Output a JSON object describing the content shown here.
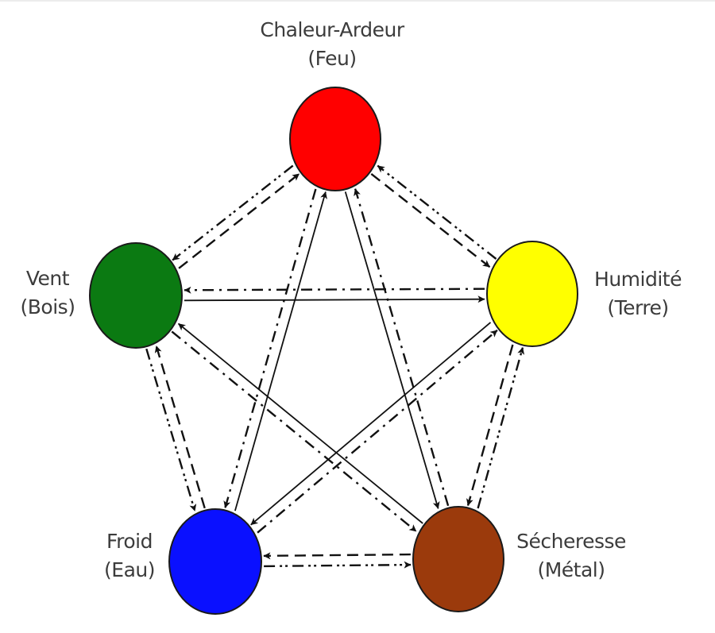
{
  "diagram": {
    "type": "five-elements-cycle",
    "nodes": [
      {
        "id": "feu",
        "name": "Chaleur-Ardeur",
        "element": "(Feu)",
        "color": "#ff0000"
      },
      {
        "id": "terre",
        "name": "Humidité",
        "element": "(Terre)",
        "color": "#ffff00"
      },
      {
        "id": "metal",
        "name": "Sécheresse",
        "element": "(Métal)",
        "color": "#9b3a0c"
      },
      {
        "id": "eau",
        "name": "Froid",
        "element": "(Eau)",
        "color": "#0a10ff"
      },
      {
        "id": "bois",
        "name": "Vent",
        "element": "(Bois)",
        "color": "#0b7a12"
      }
    ],
    "edges": [
      {
        "from": "bois",
        "to": "feu",
        "style": "dashed"
      },
      {
        "from": "feu",
        "to": "bois",
        "style": "dash-dot-dot"
      },
      {
        "from": "feu",
        "to": "terre",
        "style": "dashed"
      },
      {
        "from": "terre",
        "to": "feu",
        "style": "dash-dot-dot"
      },
      {
        "from": "terre",
        "to": "metal",
        "style": "dashed"
      },
      {
        "from": "metal",
        "to": "terre",
        "style": "dash-dot-dot"
      },
      {
        "from": "metal",
        "to": "eau",
        "style": "dashed"
      },
      {
        "from": "eau",
        "to": "metal",
        "style": "dash-dot-dot"
      },
      {
        "from": "eau",
        "to": "bois",
        "style": "dashed"
      },
      {
        "from": "bois",
        "to": "eau",
        "style": "dash-dot-dot"
      },
      {
        "from": "bois",
        "to": "terre",
        "style": "solid"
      },
      {
        "from": "terre",
        "to": "bois",
        "style": "dash-dot"
      },
      {
        "from": "terre",
        "to": "eau",
        "style": "solid"
      },
      {
        "from": "eau",
        "to": "terre",
        "style": "dash-dot"
      },
      {
        "from": "eau",
        "to": "feu",
        "style": "solid"
      },
      {
        "from": "feu",
        "to": "eau",
        "style": "dash-dot"
      },
      {
        "from": "feu",
        "to": "metal",
        "style": "solid"
      },
      {
        "from": "metal",
        "to": "feu",
        "style": "dash-dot"
      },
      {
        "from": "metal",
        "to": "bois",
        "style": "solid"
      },
      {
        "from": "bois",
        "to": "metal",
        "style": "dash-dot"
      }
    ]
  }
}
